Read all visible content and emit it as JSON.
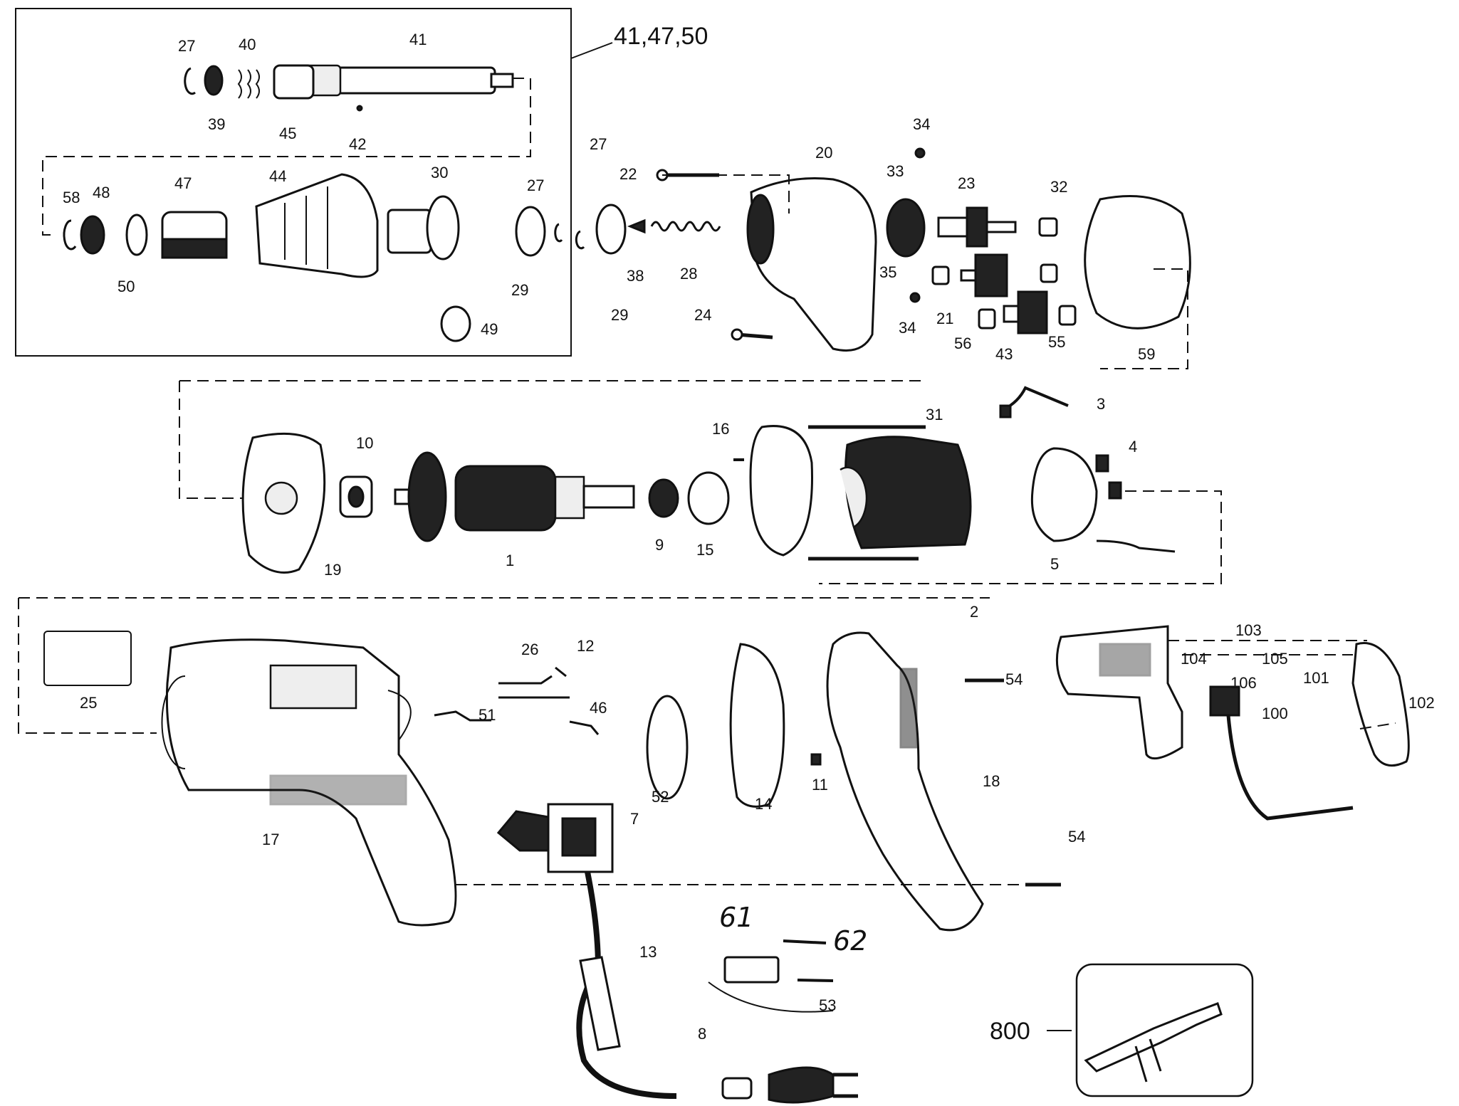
{
  "callouts": {
    "c1": "1",
    "c2": "2",
    "c3": "3",
    "c4": "4",
    "c5": "5",
    "c7": "7",
    "c8": "8",
    "c9": "9",
    "c10": "10",
    "c11": "11",
    "c12": "12",
    "c13": "13",
    "c14": "14",
    "c15": "15",
    "c16": "16",
    "c17": "17",
    "c18": "18",
    "c19": "19",
    "c20": "20",
    "c21": "21",
    "c22": "22",
    "c23": "23",
    "c24": "24",
    "c25": "25",
    "c26": "26",
    "c27a": "27",
    "c27b": "27",
    "c27c": "27",
    "c28": "28",
    "c29a": "29",
    "c29b": "29",
    "c30": "30",
    "c31": "31",
    "c32": "32",
    "c33": "33",
    "c34a": "34",
    "c34b": "34",
    "c35": "35",
    "c38": "38",
    "c39": "39",
    "c40": "40",
    "c41": "41",
    "c42": "42",
    "c43": "43",
    "c44": "44",
    "c45": "45",
    "c46": "46",
    "c47": "47",
    "c48": "48",
    "c49": "49",
    "c50": "50",
    "c51": "51",
    "c52": "52",
    "c53": "53",
    "c54a": "54",
    "c54b": "54",
    "c55": "55",
    "c56": "56",
    "c58": "58",
    "c59": "59",
    "c61": "61",
    "c62": "62",
    "c100": "100",
    "c101": "101",
    "c102": "102",
    "c103": "103",
    "c104": "104",
    "c105": "105",
    "c106": "106",
    "c800": "800"
  },
  "group_label": "41,47,50"
}
